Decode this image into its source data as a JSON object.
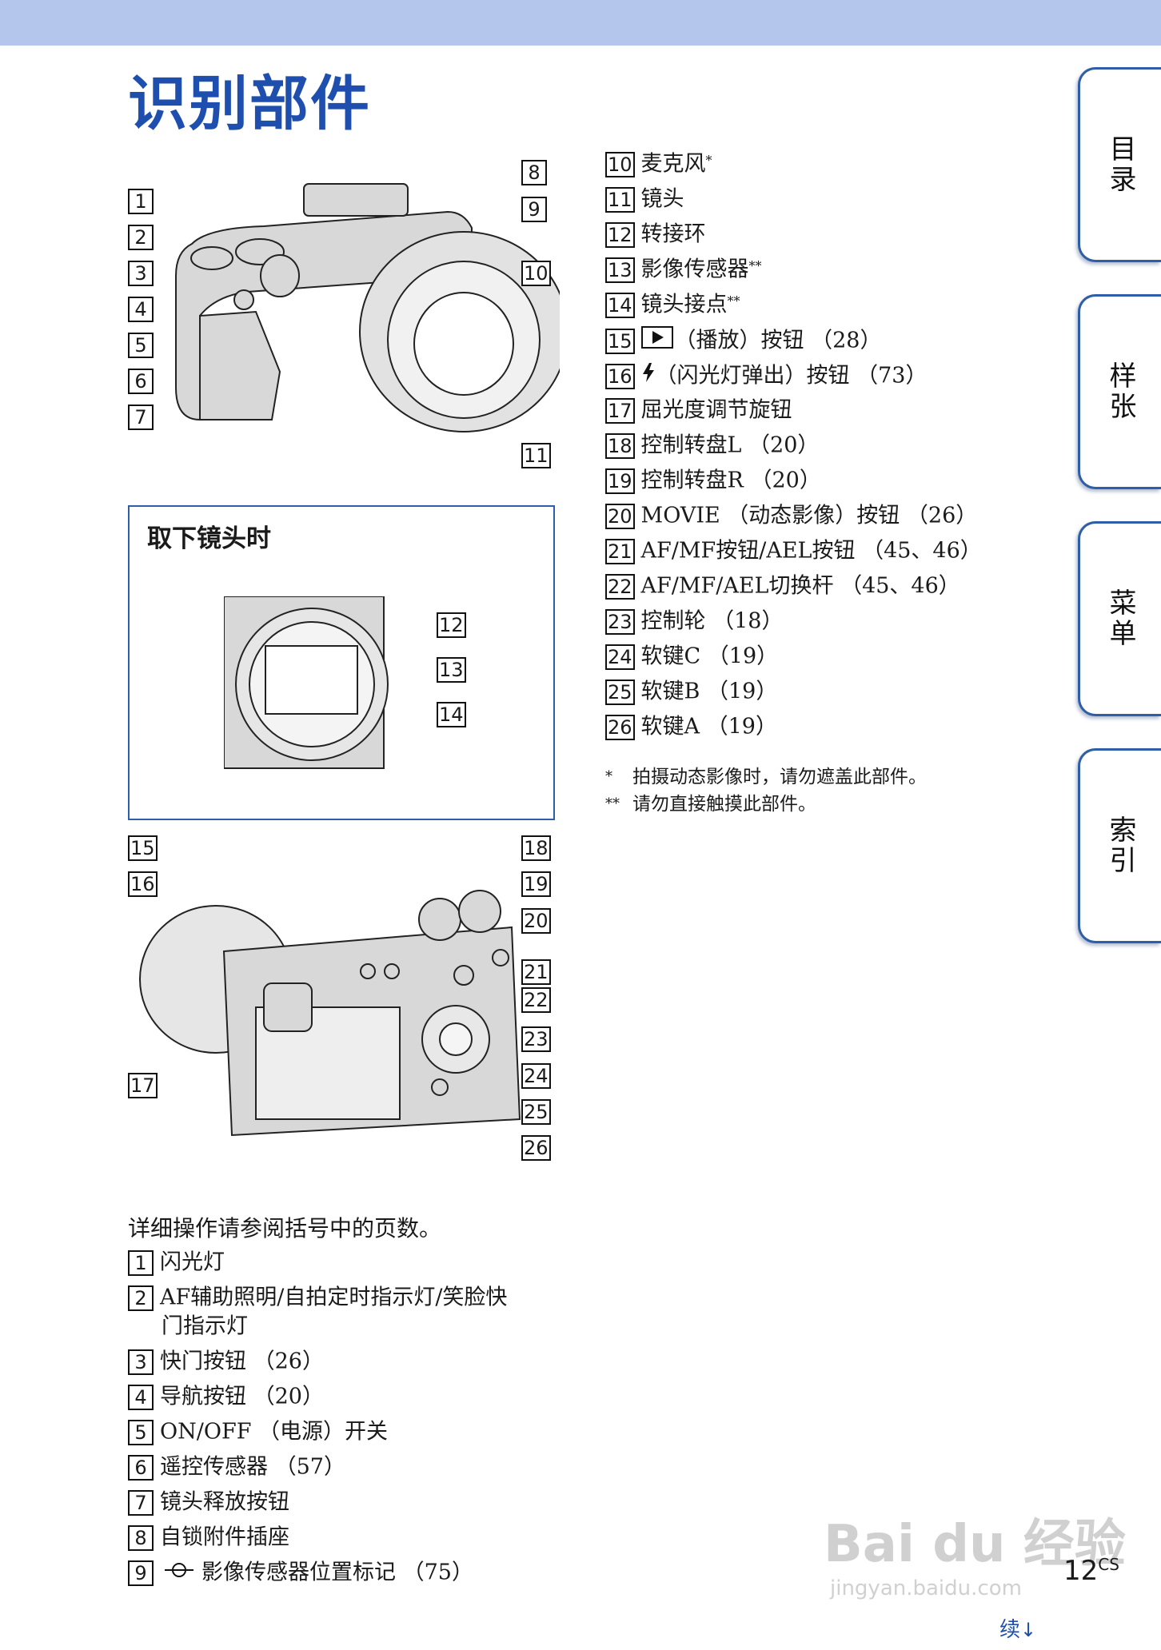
{
  "header": {
    "title": "识别部件"
  },
  "side_tabs": [
    "目录",
    "样张",
    "菜单",
    "索引"
  ],
  "detached_box": {
    "title": "取下镜头时"
  },
  "intro": "详细操作请参阅括号中的页数。",
  "left_items": [
    {
      "num": "1",
      "text": "闪光灯"
    },
    {
      "num": "2",
      "text": "AF辅助照明/自拍定时指示灯/笑脸快",
      "text2": "门指示灯"
    },
    {
      "num": "3",
      "text": "快门按钮 （26）"
    },
    {
      "num": "4",
      "text": "导航按钮 （20）"
    },
    {
      "num": "5",
      "text": "ON/OFF （电源）开关"
    },
    {
      "num": "6",
      "text": "遥控传感器 （57）"
    },
    {
      "num": "7",
      "text": "镜头释放按钮"
    },
    {
      "num": "8",
      "text": "自锁附件插座"
    },
    {
      "num": "9",
      "text": "影像传感器位置标记 （75）"
    }
  ],
  "right_items": [
    {
      "num": "10",
      "text": "麦克风",
      "sup": "*"
    },
    {
      "num": "11",
      "text": "镜头"
    },
    {
      "num": "12",
      "text": "转接环"
    },
    {
      "num": "13",
      "text": "影像传感器",
      "sup": "**"
    },
    {
      "num": "14",
      "text": "镜头接点",
      "sup": "**"
    },
    {
      "num": "15",
      "text": "（播放）按钮 （28）"
    },
    {
      "num": "16",
      "text": "（闪光灯弹出）按钮 （73）"
    },
    {
      "num": "17",
      "text": "屈光度调节旋钮"
    },
    {
      "num": "18",
      "text": "控制转盘L （20）"
    },
    {
      "num": "19",
      "text": "控制转盘R （20）"
    },
    {
      "num": "20",
      "text": "MOVIE （动态影像）按钮 （26）"
    },
    {
      "num": "21",
      "text": "AF/MF按钮/AEL按钮 （45、46）"
    },
    {
      "num": "22",
      "text": "AF/MF/AEL切换杆 （45、46）"
    },
    {
      "num": "23",
      "text": "控制轮 （18）"
    },
    {
      "num": "24",
      "text": "软键C （19）"
    },
    {
      "num": "25",
      "text": "软键B （19）"
    },
    {
      "num": "26",
      "text": "软键A （19）"
    }
  ],
  "notes": [
    {
      "mark": "*",
      "text": "拍摄动态影像时，请勿遮盖此部件。"
    },
    {
      "mark": "**",
      "text": "请勿直接触摸此部件。"
    }
  ],
  "footer": {
    "page": "12",
    "suffix": "CS",
    "continue": "续"
  },
  "watermark": {
    "brand": "Bai du 经验",
    "url": "jingyan.baidu.com"
  },
  "colors": {
    "title": "#1f4fae",
    "band": "#b4c6ec",
    "tab_border": "#2f5ea8"
  }
}
